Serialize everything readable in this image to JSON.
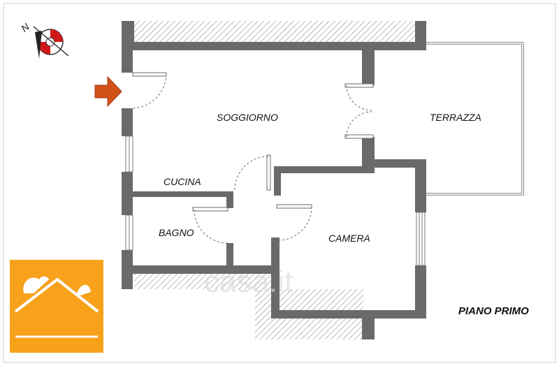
{
  "rooms": {
    "soggiorno": "SOGGIORNO",
    "terrazza": "TERRAZZA",
    "cucina": "CUCINA",
    "bagno": "BAGNO",
    "camera": "CAMERA"
  },
  "floor_label": "PIANO  PRIMO",
  "compass": {
    "letter": "N"
  },
  "watermark": "casa.it",
  "colors": {
    "wall": "#6a6a6a",
    "hatch": "#9a9a9a",
    "entrance_arrow": "#d2521a",
    "logo_bg": "#f7a21a",
    "compass_red": "#d01818"
  },
  "icons": {
    "entrance": "entrance-arrow-icon",
    "compass": "compass-icon",
    "logo": "house-roof-logo-icon"
  }
}
